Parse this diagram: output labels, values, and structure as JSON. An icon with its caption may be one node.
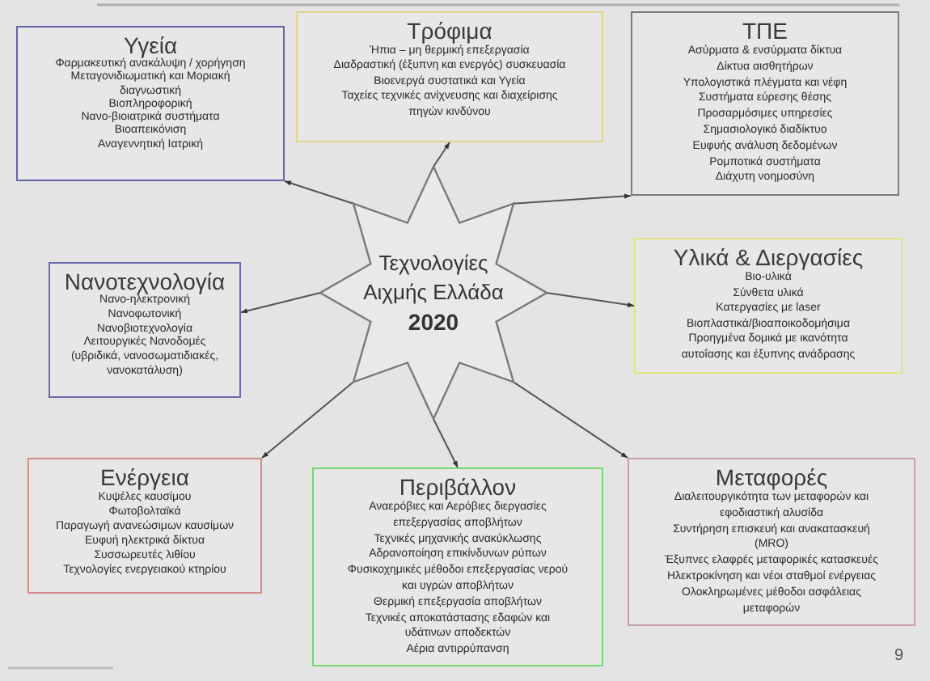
{
  "diagram": {
    "nodes": [
      {
        "text": [
          "Υγεία",
          "Φαρμακευτική ανακάλυψη / χορήγηση",
          "Μεταγονιδιωματική και Μοριακή διαγνωστική",
          "Βιοπληροφορική",
          "Νανο-βιοιατρικά συστήματα",
          "Βιοαπεικόνιση",
          "Αναγεννητική Ιατρική"
        ]
      },
      {
        "text": [
          "Τρόφιμα",
          "Ήπια – μη θερμική επεξεργασία",
          "Διαδραστική (έξυπνη και ενεργός) συσκευασία",
          "Βιοενεργά συστατικά και Υγεία",
          "Ταχείες τεχνικές ανίχνευσης και διαχείρισης πηγών κινδύνου"
        ]
      },
      {
        "text": [
          "ΤΠΕ",
          "Ασύρματα & ενσύρματα δίκτυα",
          "Δίκτυα αισθητήρων",
          "Υπολογιστικά πλέγματα και νέφη",
          "Συστήματα εύρεσης θέσης",
          "Προσαρμόσιμες υπηρεσίες",
          "Σημασιολογικό διαδίκτυο",
          "Ευφυής ανάλυση δεδομένων",
          "Ρομποτικά συστήματα",
          "Διάχυτη νοημοσύνη"
        ]
      },
      {
        "text": [
          "Νανοτεχνολογία",
          "Νανο-ηλεκτρονική",
          "Νανοφωτονική",
          "Νανοβιοτεχνολογία",
          "Λειτουργικές Νανοδομές (υβριδικά, νανοσωματιδιακές, νανοκατάλυση)"
        ]
      },
      {
        "text": [
          "Τεχνολογίες Αιχμής Ελλάδα",
          "2020"
        ]
      },
      {
        "text": [
          "Υλικά & Διεργασίες",
          "Βιο-υλικά",
          "Σύνθετα υλικά",
          "Κατεργασίες με laser",
          "Βιοπλαστικά/βιοαποικοδομήσιμα",
          "Προηγμένα δομικά με ικανότητα αυτοΐασης και έξυπνης ανάδρασης"
        ]
      },
      {
        "text": [
          "Ενέργεια",
          "Κυψέλες καυσίμου",
          "Φωτοβολταϊκά",
          "Παραγωγή ανανεώσιμων καυσίμων",
          "Ευφυή ηλεκτρικά δίκτυα",
          "Συσσωρευτές λιθίου",
          "Τεχνολογίες ενεργειακού κτηρίου"
        ]
      },
      {
        "text": [
          "Περιβάλλον",
          "Αναερόβιες και Αερόβιες διεργασίες επεξεργασίας αποβλήτων",
          "Τεχνικές μηχανικής ανακύκλωσης",
          "Αδρανοποίηση επικίνδυνων ρύπων",
          "Φυσικοχημικές μέθοδοι επεξεργασίας νερού και υγρών αποβλήτων",
          "Θερμική επεξεργασία αποβλήτων",
          "Τεχνικές αποκατάστασης εδαφών και υδάτινων αποδεκτών",
          "Αέρια αντιρρύπανση"
        ]
      },
      {
        "text": [
          "Μεταφορές",
          "Διαλειτουργικότητα των μεταφορών και εφοδιαστική αλυσίδα",
          "Συντήρηση επισκευή και ανακατασκευή (MRO)",
          "Έξυπνες ελαφρές μεταφορικές κατασκευές",
          "Ηλεκτροκίνηση και νέοι σταθμοί ενέργειας",
          "Ολοκληρωμένες μέθοδοι ασφάλειας μεταφορών"
        ]
      }
    ],
    "edges": [
      {
        "from": 4,
        "to": 0,
        "arrow": "to"
      },
      {
        "from": 4,
        "to": 1,
        "arrow": "to"
      },
      {
        "from": 4,
        "to": 2,
        "arrow": "to"
      },
      {
        "from": 4,
        "to": 3,
        "arrow": "to"
      },
      {
        "from": 4,
        "to": 5,
        "arrow": "to"
      },
      {
        "from": 4,
        "to": 6,
        "arrow": "to"
      },
      {
        "from": 4,
        "to": 7,
        "arrow": "to"
      },
      {
        "from": 4,
        "to": 8,
        "arrow": "to"
      }
    ],
    "labels": [
      "9"
    ]
  }
}
